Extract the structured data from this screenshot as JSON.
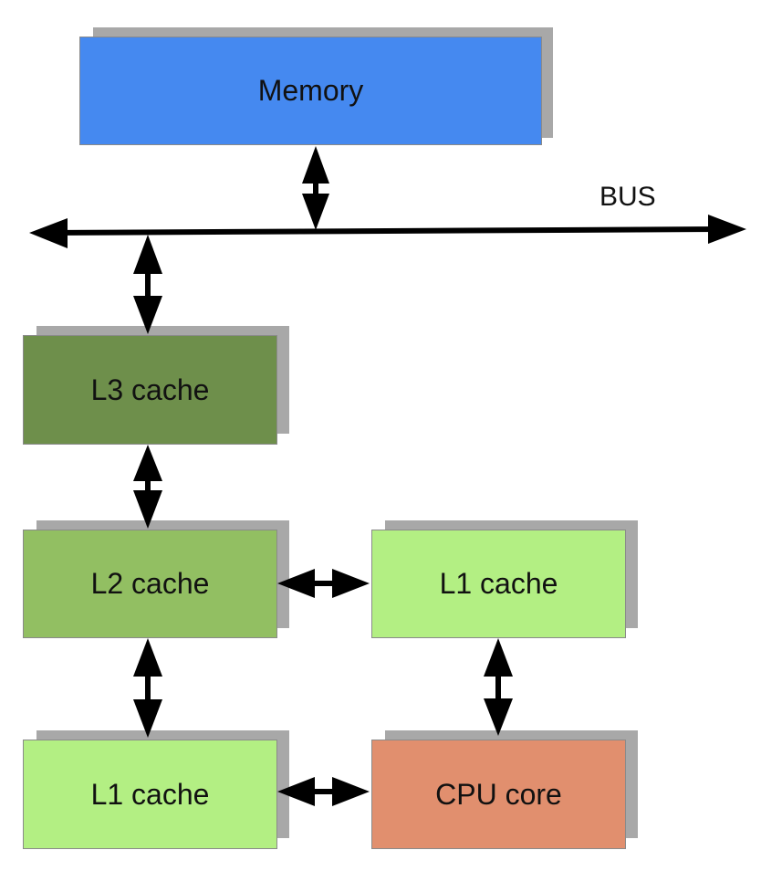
{
  "diagram": {
    "bus": {
      "label": "BUS"
    },
    "nodes": {
      "memory": {
        "label": "Memory",
        "color": "#4589f0"
      },
      "l3": {
        "label": "L3 cache",
        "color": "#6e8f4b"
      },
      "l2": {
        "label": "L2 cache",
        "color": "#92bf62"
      },
      "l1_right": {
        "label": "L1 cache",
        "color": "#b3ef83"
      },
      "l1_left": {
        "label": "L1 cache",
        "color": "#b3ef83"
      },
      "cpu": {
        "label": "CPU core",
        "color": "#e18f6e"
      }
    },
    "shadow_color": "#a8a8a8",
    "connections": [
      {
        "from": "memory",
        "to": "bus",
        "bidirectional": true
      },
      {
        "from": "bus",
        "to": "l3",
        "bidirectional": true
      },
      {
        "from": "l3",
        "to": "l2",
        "bidirectional": true
      },
      {
        "from": "l2",
        "to": "l1_right",
        "bidirectional": true
      },
      {
        "from": "l2",
        "to": "l1_left",
        "bidirectional": true
      },
      {
        "from": "l1_right",
        "to": "cpu",
        "bidirectional": true
      },
      {
        "from": "l1_left",
        "to": "cpu",
        "bidirectional": true
      }
    ]
  }
}
